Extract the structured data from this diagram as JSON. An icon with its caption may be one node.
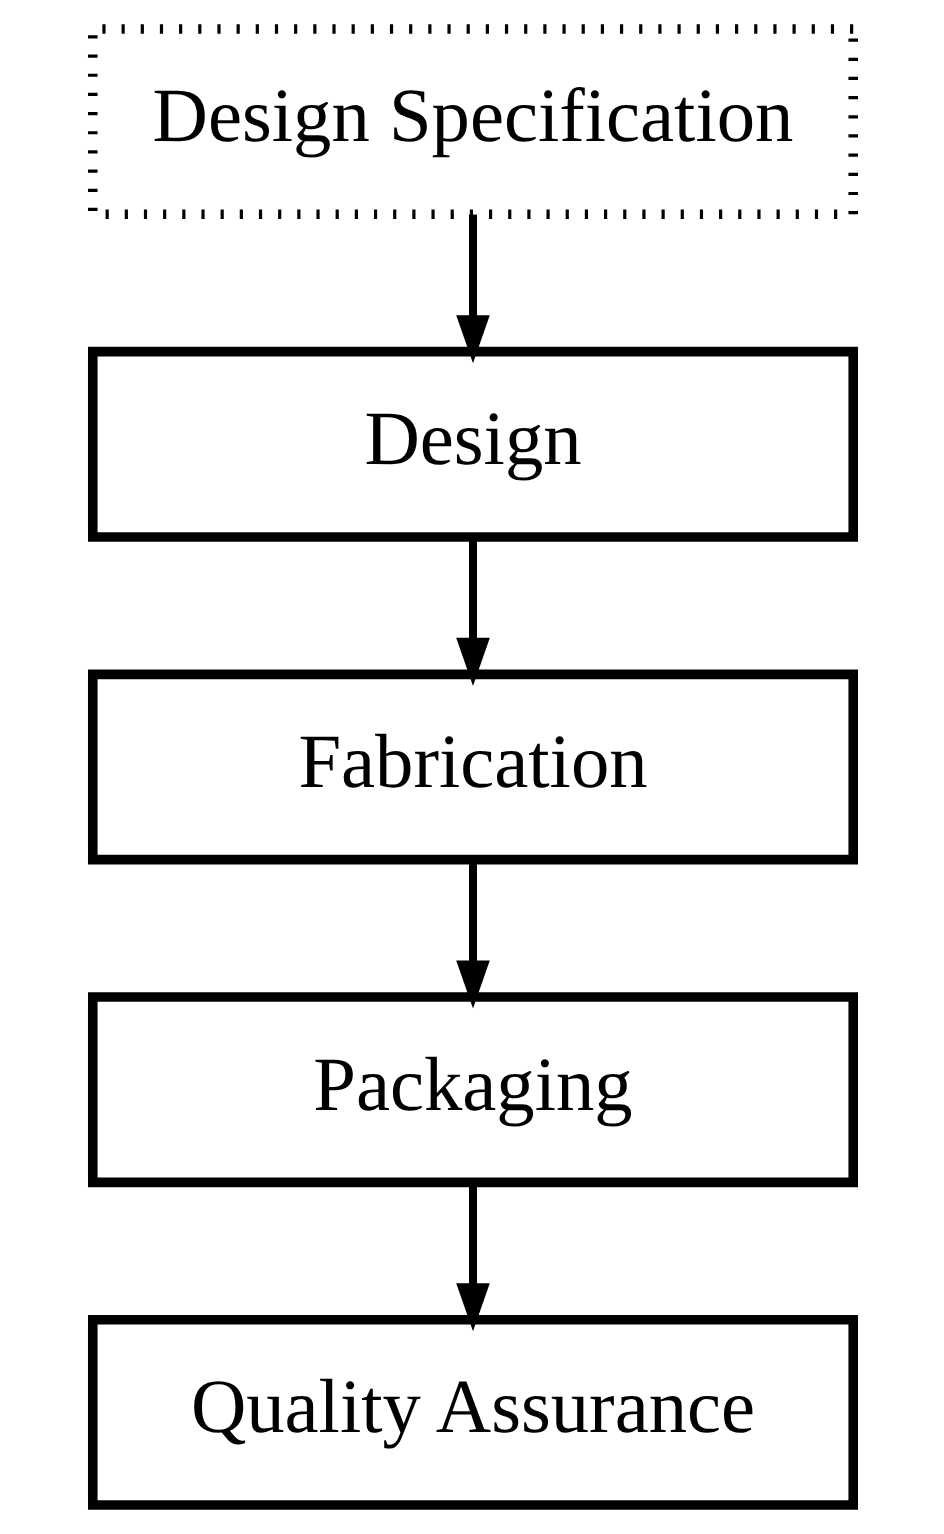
{
  "diagram": {
    "nodes": [
      {
        "text": [
          "Design Specification"
        ]
      },
      {
        "text": [
          "Design"
        ]
      },
      {
        "text": [
          "Fabrication"
        ]
      },
      {
        "text": [
          "Packaging"
        ]
      },
      {
        "text": [
          "Quality Assurance"
        ]
      }
    ],
    "edges": [
      {
        "from": 0,
        "to": 1,
        "arrow": "to"
      },
      {
        "from": 1,
        "to": 2,
        "arrow": "to"
      },
      {
        "from": 2,
        "to": 3,
        "arrow": "to"
      },
      {
        "from": 3,
        "to": 4,
        "arrow": "to"
      }
    ]
  }
}
